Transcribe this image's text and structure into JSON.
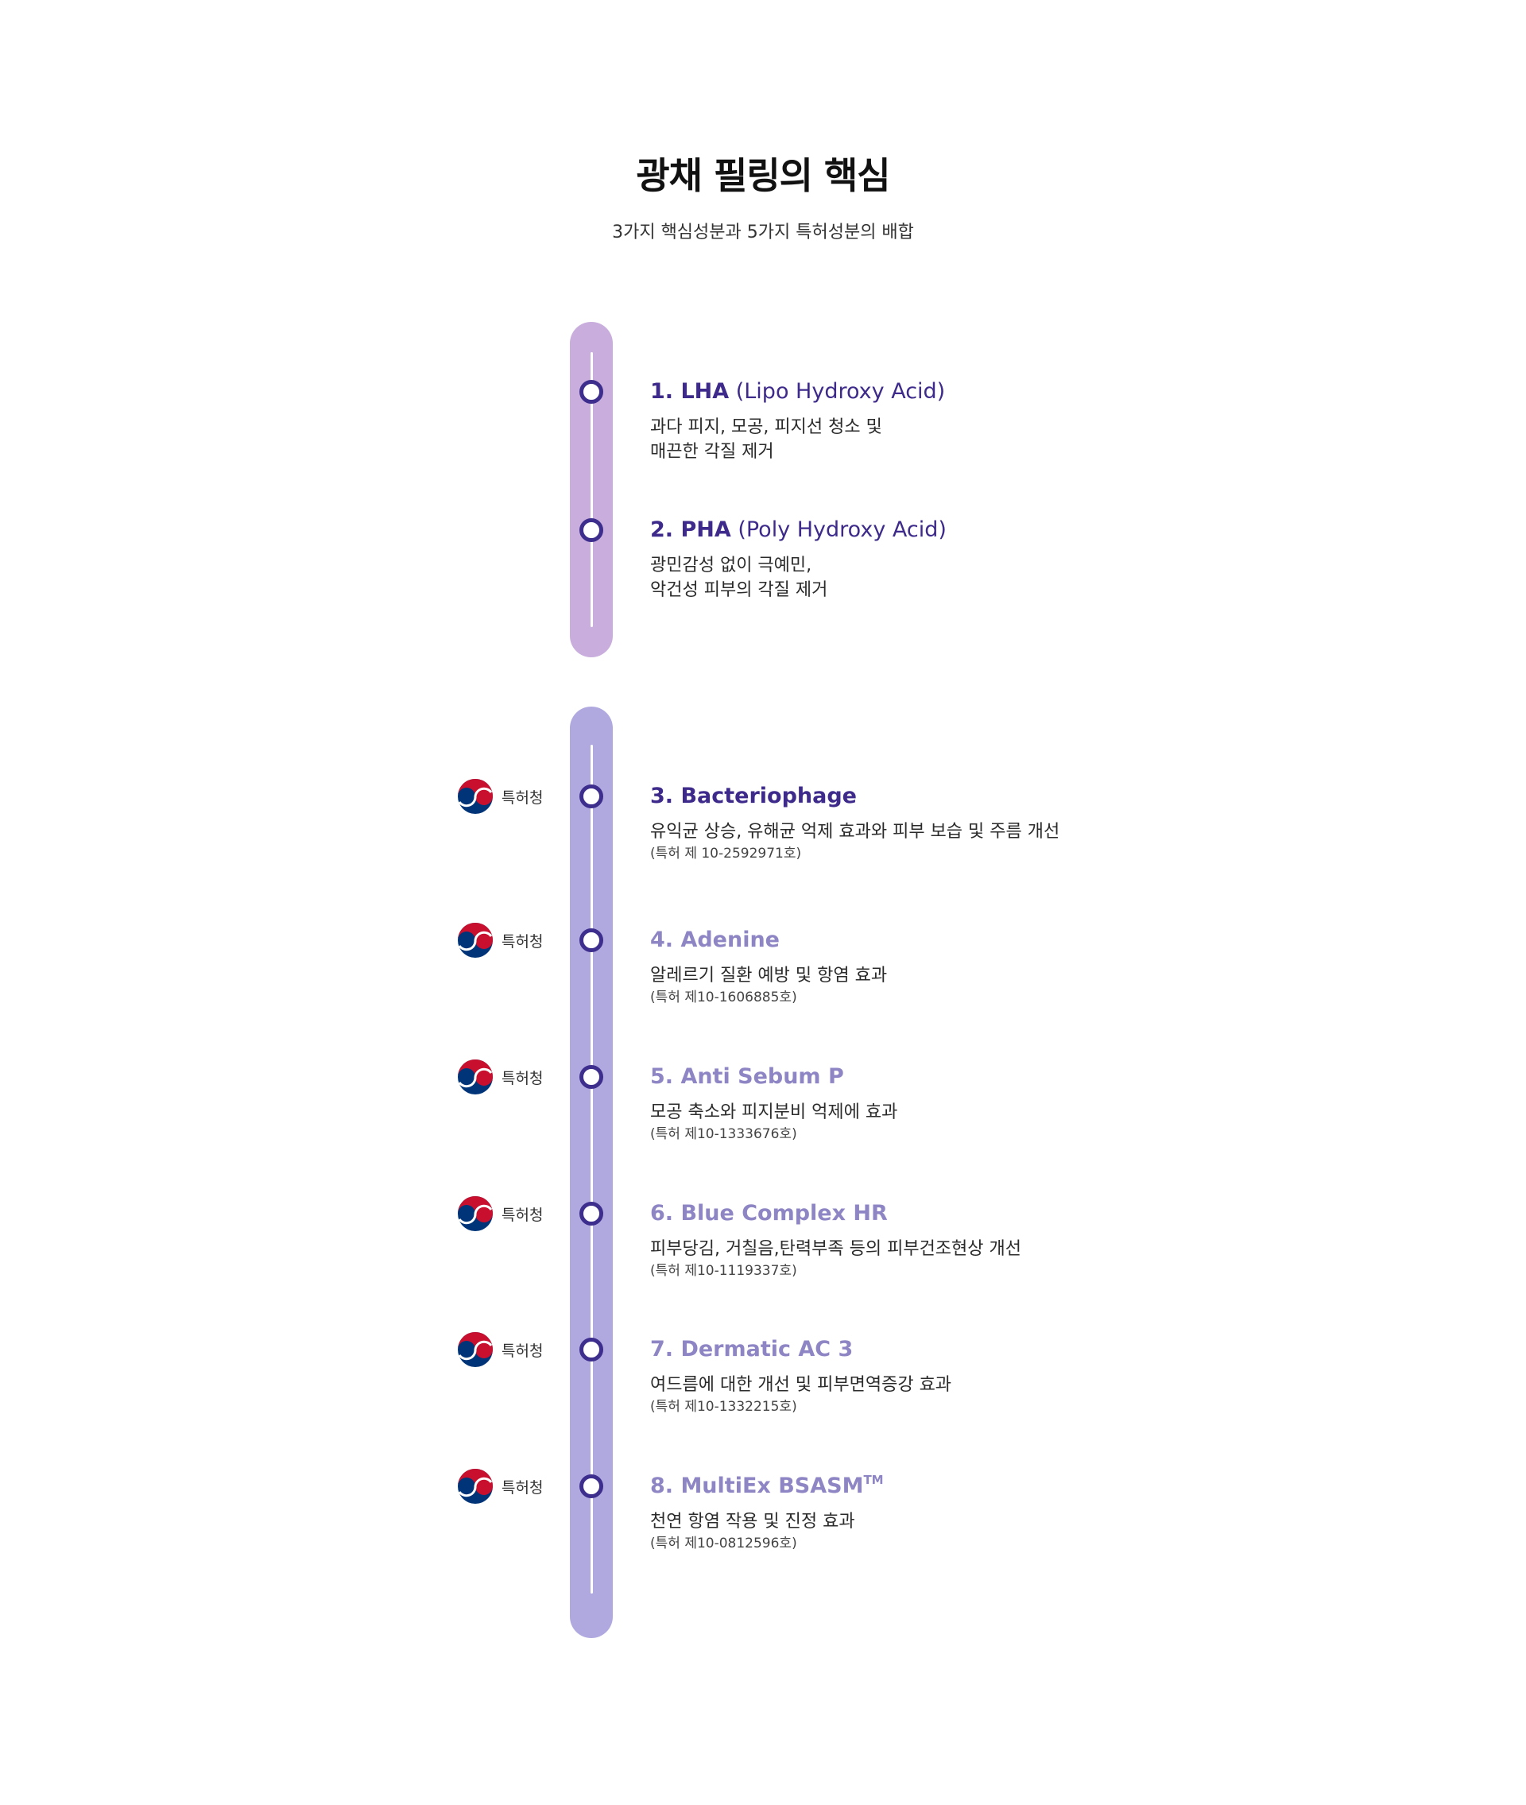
{
  "header": {
    "title": "광채 필링의 핵심",
    "subtitle": "3가지 핵심성분과 5가지 특허성분의 배합"
  },
  "colors": {
    "bar_top": "#c8addd",
    "bar_bottom": "#afa9df",
    "dot_border": "#3d2d8c",
    "title_dark": "#3d2a8a",
    "title_light": "#8e86c4",
    "taeguk_red": "#c8102e",
    "taeguk_blue": "#003478"
  },
  "patent_office_label": "특허청",
  "ingredients": [
    {
      "title": "1. LHA",
      "title_suffix": " (Lipo Hydroxy Acid)",
      "description": "과다 피지, 모공, 피지선 청소 및\n매끈한 각질 제거",
      "patent": "",
      "highlight": true
    },
    {
      "title": "2. PHA",
      "title_suffix": " (Poly Hydroxy Acid)",
      "description": "광민감성 없이 극예민,\n악건성 피부의 각질 제거",
      "patent": "",
      "highlight": true
    },
    {
      "title": "3. Bacteriophage",
      "title_suffix": "",
      "description": "유익균 상승, 유해균 억제 효과와 피부 보습 및 주름 개선",
      "patent": "(특허 제 10-2592971호)",
      "highlight": true
    },
    {
      "title": "4. Adenine",
      "title_suffix": "",
      "description": "알레르기 질환 예방 및 항염 효과",
      "patent": "(특허 제10-1606885호)",
      "highlight": false
    },
    {
      "title": "5. Anti Sebum P",
      "title_suffix": "",
      "description": "모공 축소와 피지분비 억제에 효과",
      "patent": "(특허 제10-1333676호)",
      "highlight": false
    },
    {
      "title": "6. Blue Complex HR",
      "title_suffix": "",
      "description": "피부당김, 거칠음,탄력부족 등의 피부건조현상 개선",
      "patent": "(특허 제10-1119337호)",
      "highlight": false
    },
    {
      "title": "7. Dermatic AC 3",
      "title_suffix": "",
      "description": "여드름에 대한 개선 및 피부면역증강 효과",
      "patent": "(특허 제10-1332215호)",
      "highlight": false
    },
    {
      "title": "8. MultiEx BSASM",
      "title_suffix": "",
      "title_sup": "TM",
      "description": "천연 항염 작용 및 진정 효과",
      "patent": "(특허 제10-0812596호)",
      "highlight": false
    }
  ]
}
